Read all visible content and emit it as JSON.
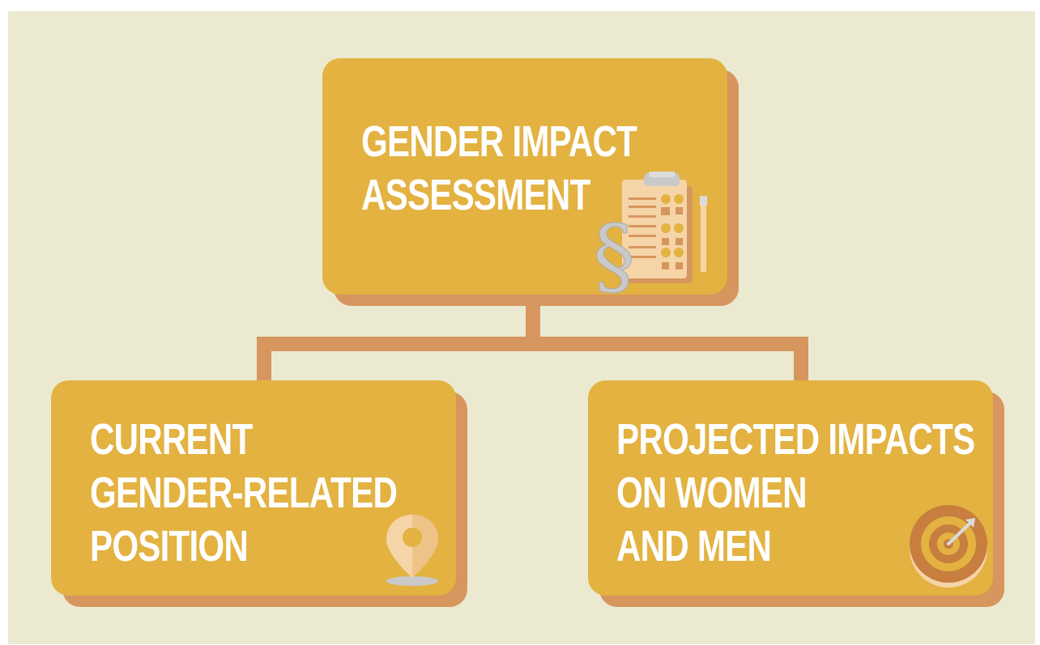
{
  "diagram": {
    "root": {
      "title_lines": [
        "GENDER IMPACT",
        "ASSESSMENT"
      ],
      "icon": "clipboard-checklist-icon"
    },
    "children": [
      {
        "title_lines": [
          "CURRENT",
          "GENDER-RELATED",
          "POSITION"
        ],
        "icon": "location-pin-icon"
      },
      {
        "title_lines": [
          "PROJECTED IMPACTS",
          "ON WOMEN",
          "AND MEN"
        ],
        "icon": "target-icon"
      }
    ]
  },
  "colors": {
    "background": "#ebead1",
    "box": "#e3b241",
    "box_shadow": "#d6965e",
    "connector": "#d6965e",
    "text": "#ffffff"
  }
}
